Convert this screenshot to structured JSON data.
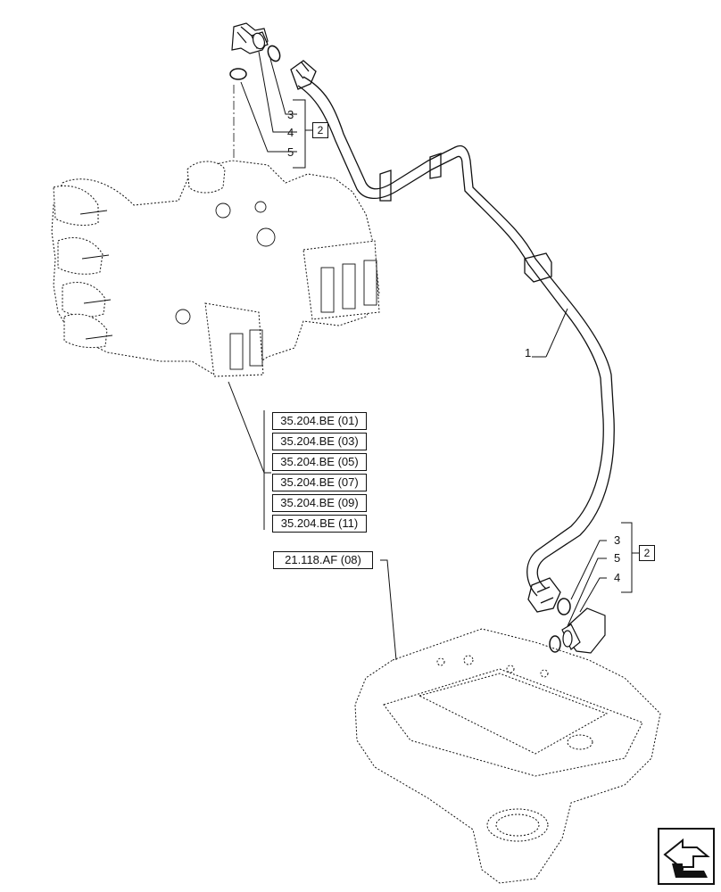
{
  "callouts": {
    "top_group": [
      "3",
      "4",
      "5"
    ],
    "top_group_ref": "2",
    "pipe": "1",
    "bottom_group": [
      "3",
      "5",
      "4"
    ],
    "bottom_group_ref": "2"
  },
  "references": {
    "valve_refs": [
      "35.204.BE (01)",
      "35.204.BE (03)",
      "35.204.BE (05)",
      "35.204.BE (07)",
      "35.204.BE (09)",
      "35.204.BE (11)"
    ],
    "frame_ref": "21.118.AF (08)"
  },
  "icons": {
    "navigation": "next-page-arrow-icon"
  }
}
